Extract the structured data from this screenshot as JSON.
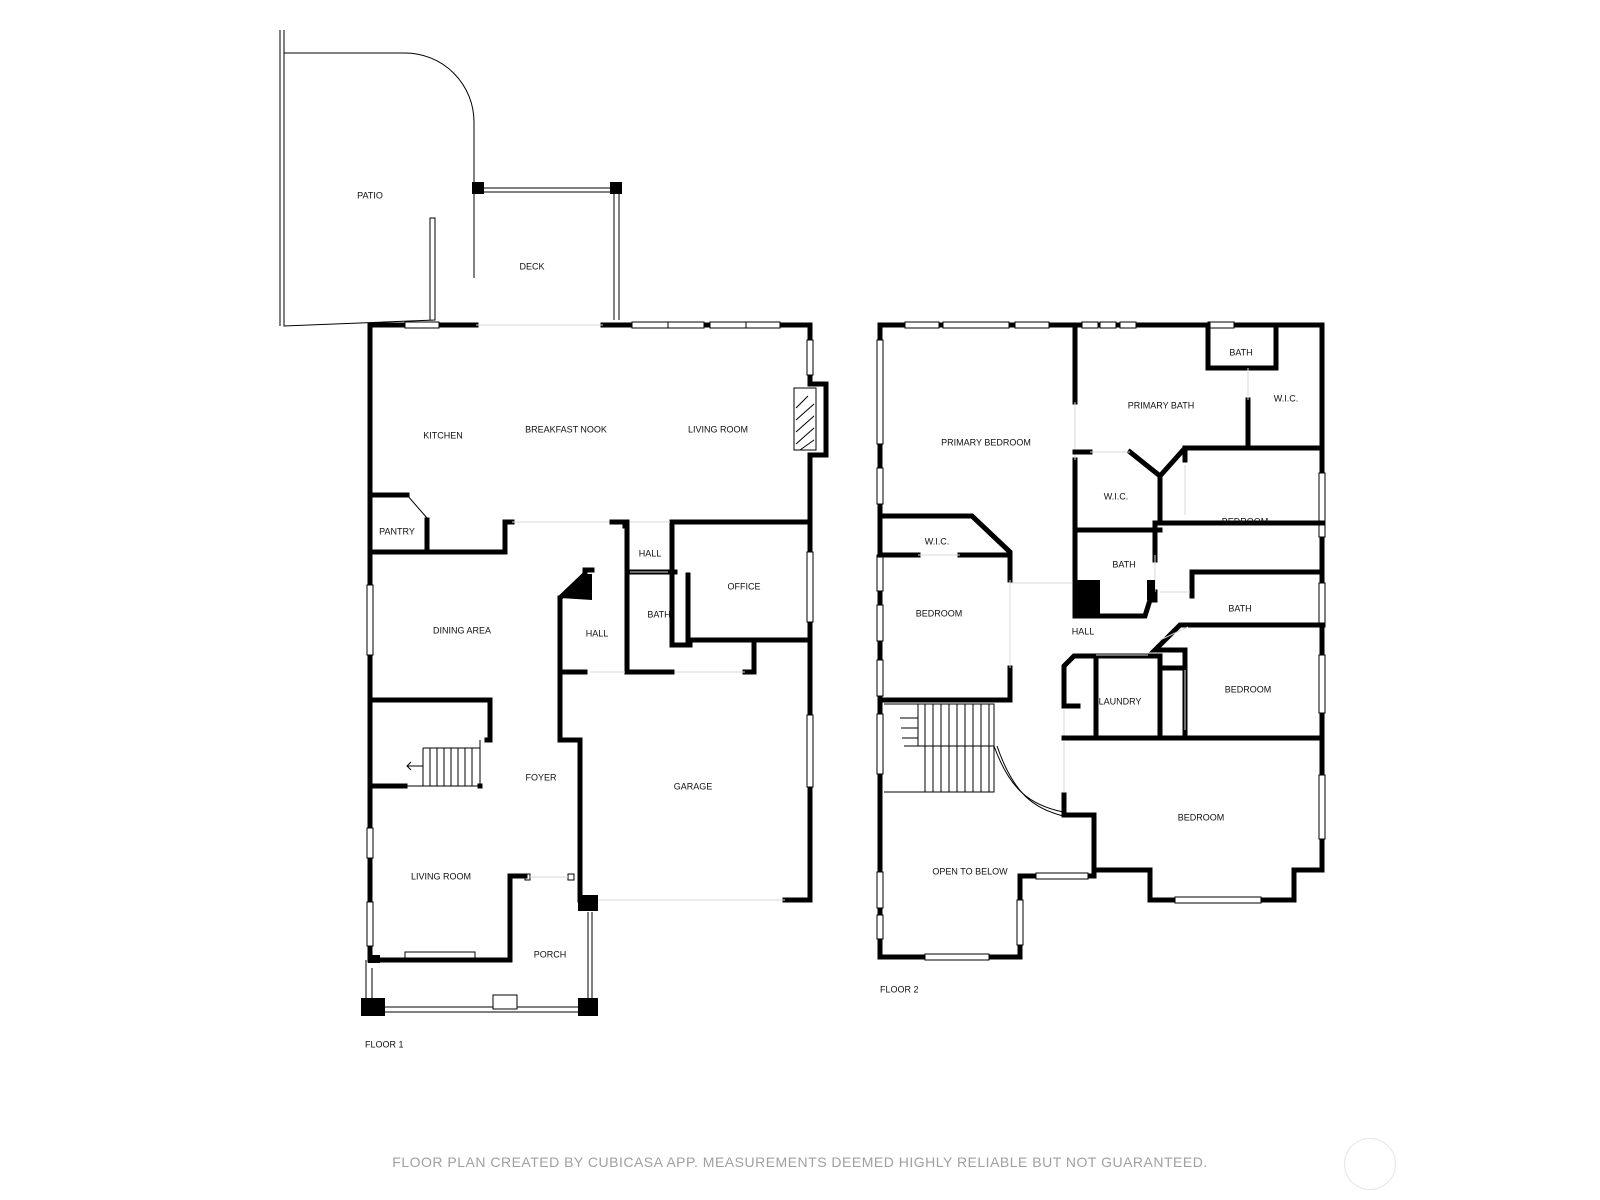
{
  "floors": [
    {
      "label": "FLOOR 1",
      "rooms": [
        {
          "id": "patio",
          "label": "PATIO"
        },
        {
          "id": "deck",
          "label": "DECK"
        },
        {
          "id": "kitchen",
          "label": "KITCHEN"
        },
        {
          "id": "breakfast-nook",
          "label": "BREAKFAST NOOK"
        },
        {
          "id": "living-room-upper",
          "label": "LIVING ROOM"
        },
        {
          "id": "pantry",
          "label": "PANTRY"
        },
        {
          "id": "hall-top",
          "label": "HALL"
        },
        {
          "id": "office",
          "label": "OFFICE"
        },
        {
          "id": "dining-area",
          "label": "DINING AREA"
        },
        {
          "id": "hall-left",
          "label": "HALL"
        },
        {
          "id": "bath",
          "label": "BATH"
        },
        {
          "id": "foyer",
          "label": "FOYER"
        },
        {
          "id": "garage",
          "label": "GARAGE"
        },
        {
          "id": "living-room-lower",
          "label": "LIVING ROOM"
        },
        {
          "id": "porch",
          "label": "PORCH"
        }
      ]
    },
    {
      "label": "FLOOR 2",
      "rooms": [
        {
          "id": "primary-bedroom",
          "label": "PRIMARY BEDROOM"
        },
        {
          "id": "primary-bath",
          "label": "PRIMARY BATH"
        },
        {
          "id": "bath-top",
          "label": "BATH"
        },
        {
          "id": "wic-right",
          "label": "W.I.C."
        },
        {
          "id": "wic-center",
          "label": "W.I.C."
        },
        {
          "id": "bedroom-ne",
          "label": "BEDROOM"
        },
        {
          "id": "wic-left",
          "label": "W.I.C."
        },
        {
          "id": "bath-center",
          "label": "BATH"
        },
        {
          "id": "bedroom-w",
          "label": "BEDROOM"
        },
        {
          "id": "hall",
          "label": "HALL"
        },
        {
          "id": "bath-right",
          "label": "BATH"
        },
        {
          "id": "laundry",
          "label": "LAUNDRY"
        },
        {
          "id": "bedroom-e",
          "label": "BEDROOM"
        },
        {
          "id": "bedroom-se",
          "label": "BEDROOM"
        },
        {
          "id": "open-to-below",
          "label": "OPEN TO BELOW"
        }
      ]
    }
  ],
  "footer": {
    "disclaimer": "FLOOR PLAN CREATED BY CUBICASA APP. MEASUREMENTS DEEMED HIGHLY RELIABLE BUT NOT GUARANTEED."
  }
}
